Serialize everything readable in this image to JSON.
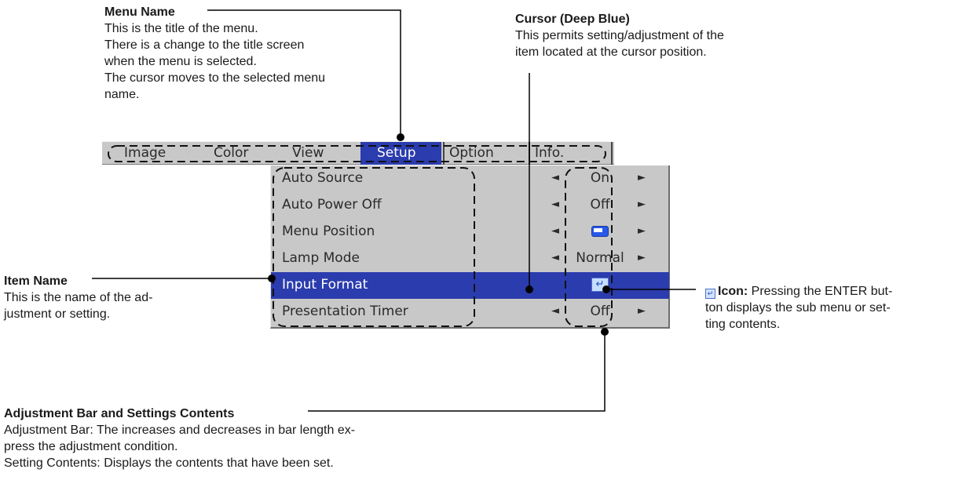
{
  "annotations": {
    "menu_name": {
      "head": "Menu Name",
      "lines": [
        "This is the title of the menu.",
        "There is a change to the title screen",
        "when the menu is selected.",
        "The cursor moves to the selected menu",
        "name."
      ]
    },
    "cursor": {
      "head": "Cursor (Deep Blue)",
      "lines": [
        "This permits setting/adjustment of the",
        "item located at the cursor position."
      ]
    },
    "item_name": {
      "head": "Item Name",
      "lines": [
        "This is the name of the ad-",
        "justment or setting."
      ]
    },
    "icon": {
      "head": "Icon:",
      "first_line_rest": " Pressing the ENTER but-",
      "lines": [
        "ton displays the sub menu or set-",
        "ting contents."
      ]
    },
    "adjustment": {
      "head": "Adjustment Bar and Settings Contents",
      "lines": [
        "Adjustment Bar: The increases and decreases in bar length ex-",
        "press the adjustment condition.",
        "Setting Contents: Displays the contents that have been set."
      ]
    }
  },
  "menu_tabs": [
    {
      "label": "Image",
      "selected": false
    },
    {
      "label": "Color",
      "selected": false
    },
    {
      "label": "View",
      "selected": false
    },
    {
      "label": "Setup",
      "selected": true
    },
    {
      "label": "Option",
      "selected": false
    },
    {
      "label": "Info.",
      "selected": false
    }
  ],
  "items": [
    {
      "name": "Auto Source",
      "value": "On",
      "selected": false
    },
    {
      "name": "Auto Power Off",
      "value": "Off",
      "selected": false
    },
    {
      "name": "Menu Position",
      "value": "",
      "icon": "menu-position-icon",
      "selected": false
    },
    {
      "name": "Lamp Mode",
      "value": "Normal",
      "selected": false
    },
    {
      "name": "Input Format",
      "value": "",
      "icon": "enter-icon",
      "selected": true
    },
    {
      "name": "Presentation Timer",
      "value": "Off",
      "selected": false
    }
  ],
  "glyphs": {
    "left_arrow": "◄",
    "right_arrow": "►",
    "enter": "↵"
  },
  "colors": {
    "cursor": "#2b3cae",
    "menu_background": "#c8c8c8"
  }
}
